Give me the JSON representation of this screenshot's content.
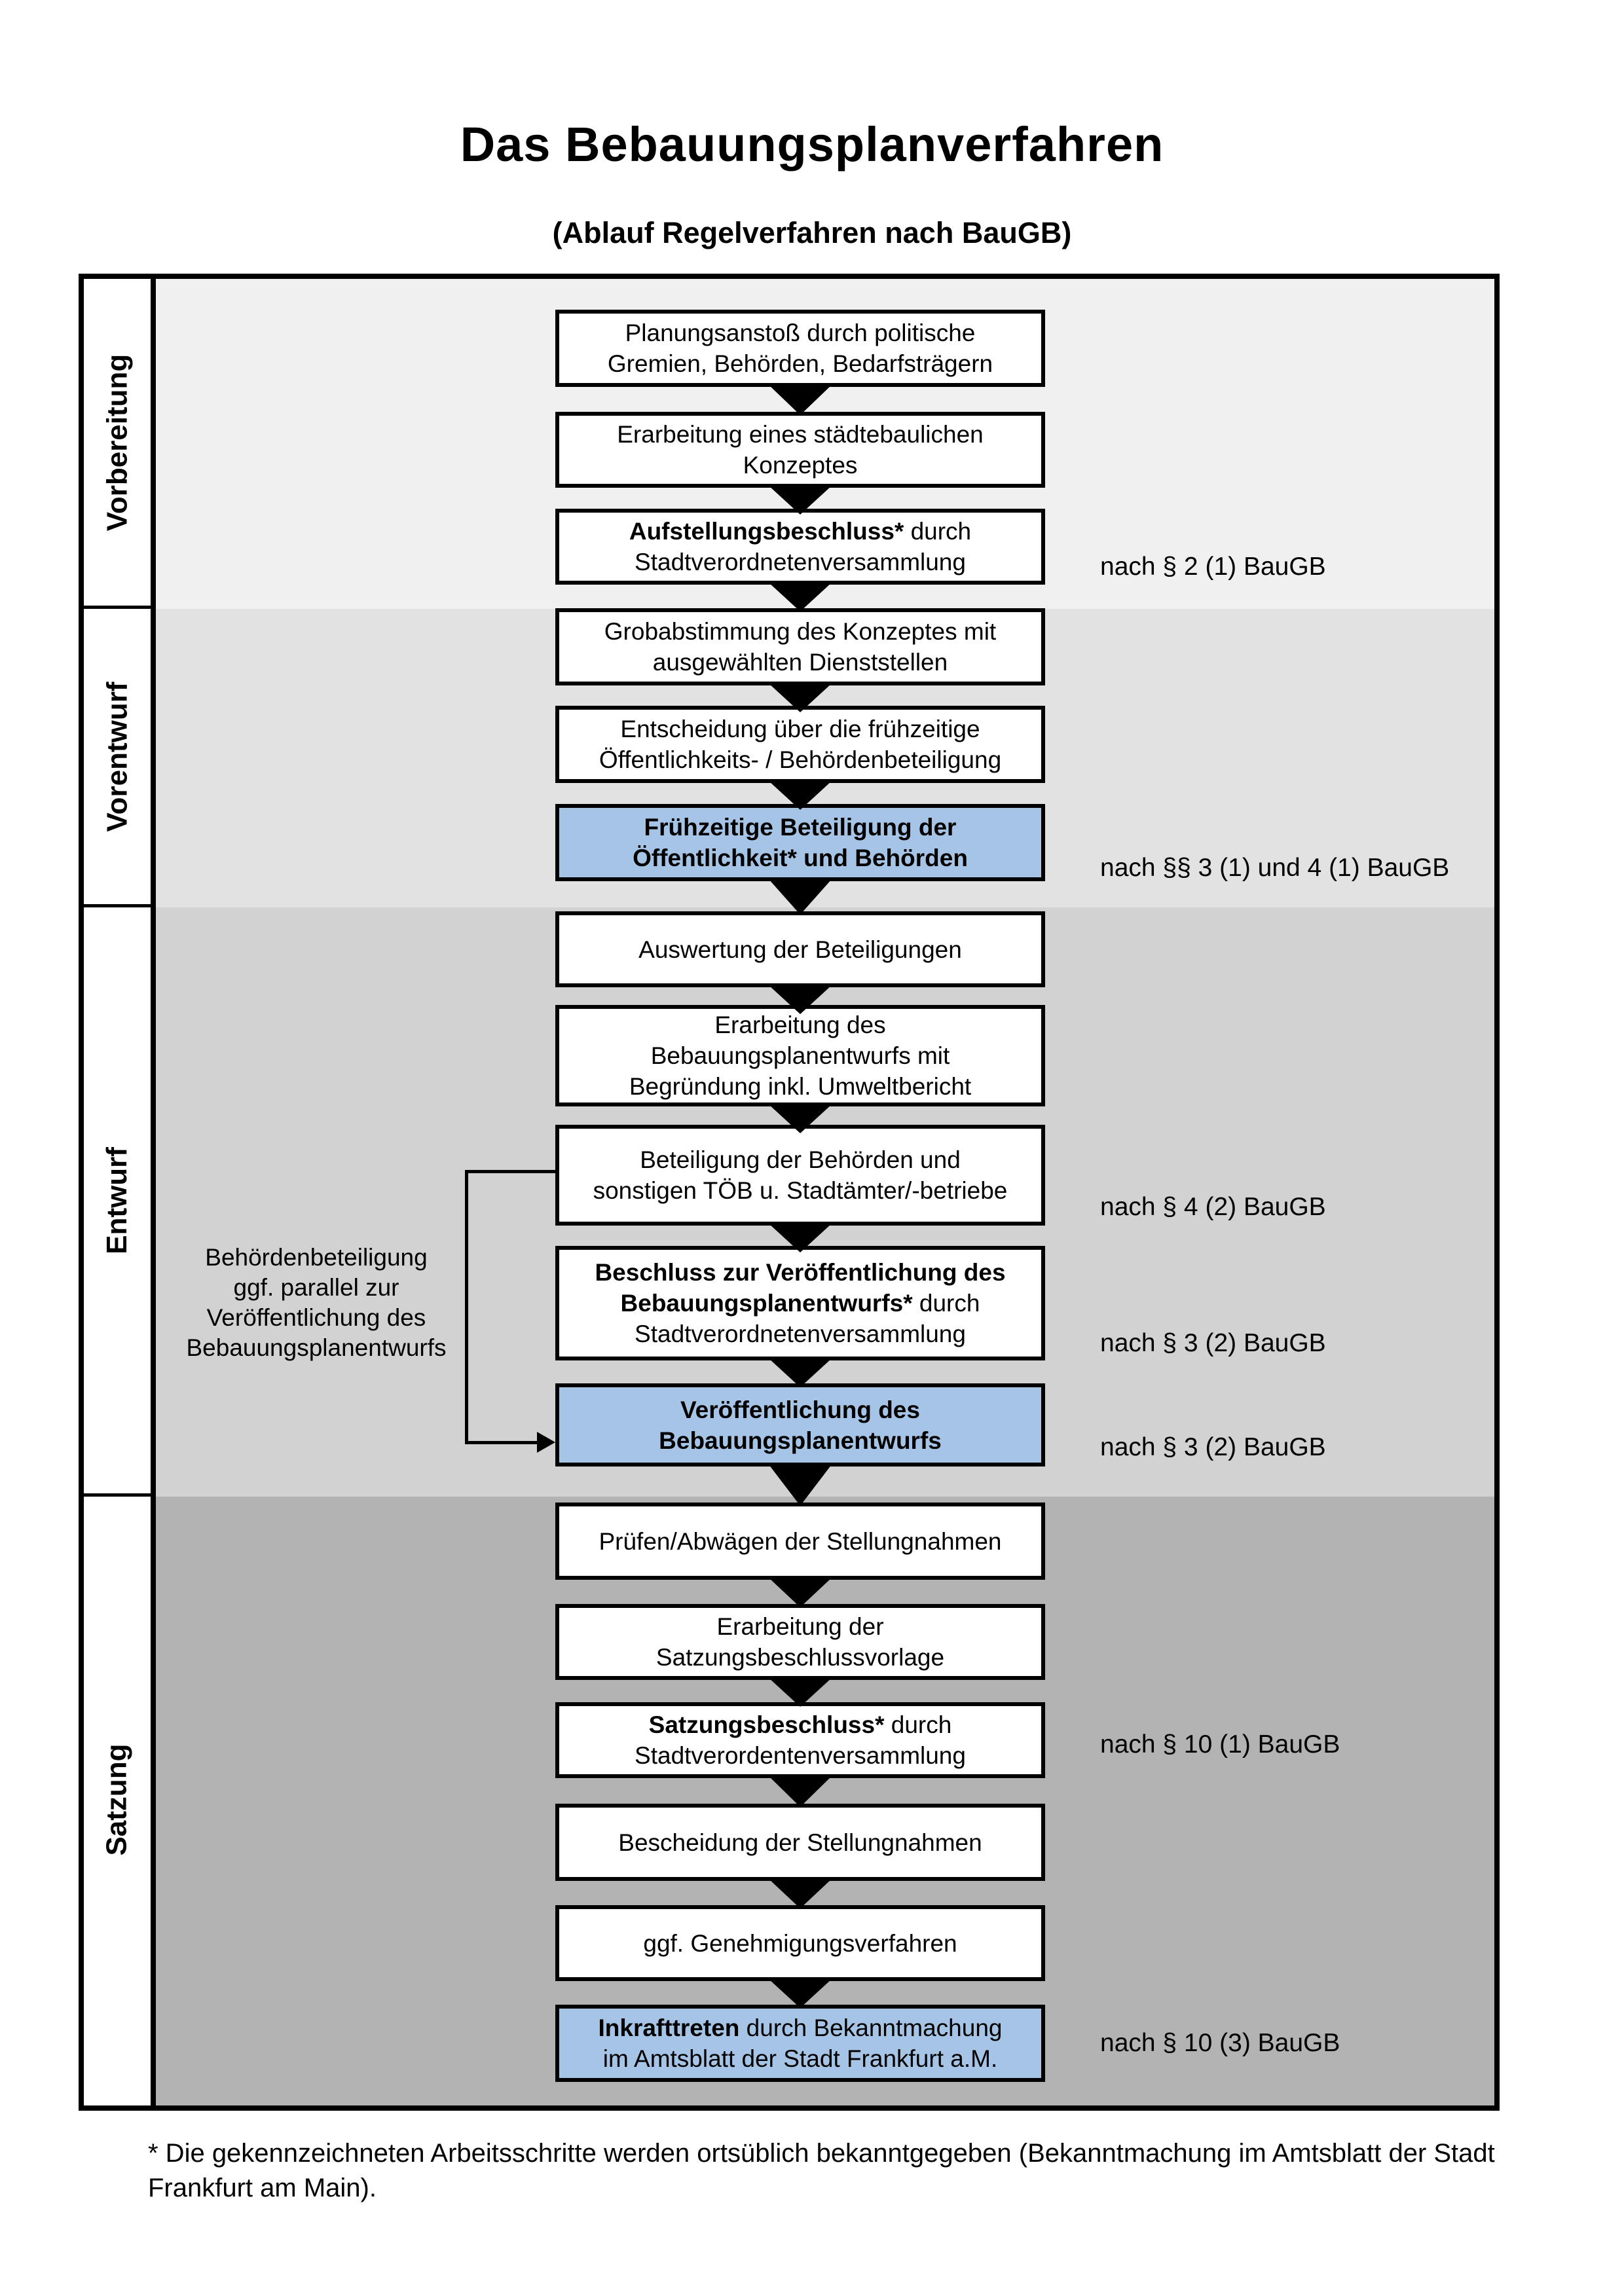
{
  "title": "Das Bebauungsplanverfahren",
  "subtitle": "(Ablauf Regelverfahren nach BauGB)",
  "phases": [
    {
      "label": "Vorbereitung"
    },
    {
      "label": "Vorentwurf"
    },
    {
      "label": "Entwurf"
    },
    {
      "label": "Satzung"
    }
  ],
  "steps": [
    {
      "phase": 0,
      "highlighted": false,
      "annotation": null,
      "segments": [
        {
          "text": "Planungsanstoß durch politische\nGremien, Behörden, Bedarfsträgern",
          "bold": false
        }
      ]
    },
    {
      "phase": 0,
      "highlighted": false,
      "annotation": null,
      "segments": [
        {
          "text": "Erarbeitung eines städtebaulichen\nKonzeptes",
          "bold": false
        }
      ]
    },
    {
      "phase": 0,
      "highlighted": false,
      "annotation": "nach § 2 (1) BauGB",
      "segments": [
        {
          "text": "Aufstellungsbeschluss*",
          "bold": true
        },
        {
          "text": " durch\nStadtverordnetenversammlung",
          "bold": false
        }
      ]
    },
    {
      "phase": 1,
      "highlighted": false,
      "annotation": null,
      "segments": [
        {
          "text": "Grobabstimmung des Konzeptes mit\nausgewählten Dienststellen",
          "bold": false
        }
      ]
    },
    {
      "phase": 1,
      "highlighted": false,
      "annotation": null,
      "segments": [
        {
          "text": "Entscheidung über die frühzeitige\nÖffentlichkeits- / Behördenbeteiligung",
          "bold": false
        }
      ]
    },
    {
      "phase": 1,
      "highlighted": true,
      "annotation": "nach §§ 3 (1) und 4 (1) BauGB",
      "segments": [
        {
          "text": "Frühzeitige Beteiligung der\nÖffentlichkeit* und Behörden",
          "bold": true
        }
      ]
    },
    {
      "phase": 2,
      "highlighted": false,
      "annotation": null,
      "segments": [
        {
          "text": "Auswertung der Beteiligungen",
          "bold": false
        }
      ]
    },
    {
      "phase": 2,
      "highlighted": false,
      "annotation": null,
      "segments": [
        {
          "text": "Erarbeitung des\nBebauungsplanentwurfs mit\nBegründung inkl. Umweltbericht",
          "bold": false
        }
      ]
    },
    {
      "phase": 2,
      "highlighted": false,
      "annotation": "nach § 4 (2) BauGB",
      "segments": [
        {
          "text": "Beteiligung der Behörden und\nsonstigen TÖB u. Stadtämter/-betriebe",
          "bold": false
        }
      ]
    },
    {
      "phase": 2,
      "highlighted": false,
      "annotation": "nach § 3 (2) BauGB",
      "segments": [
        {
          "text": "Beschluss zur Veröffentlichung des\nBebauungsplanentwurfs*",
          "bold": true
        },
        {
          "text": " durch\nStadtverordnetenversammlung",
          "bold": false
        }
      ]
    },
    {
      "phase": 2,
      "highlighted": true,
      "annotation": "nach § 3 (2) BauGB",
      "segments": [
        {
          "text": "Veröffentlichung des\nBebauungsplanentwurfs",
          "bold": true
        }
      ]
    },
    {
      "phase": 3,
      "highlighted": false,
      "annotation": null,
      "segments": [
        {
          "text": "Prüfen/Abwägen der Stellungnahmen",
          "bold": false
        }
      ]
    },
    {
      "phase": 3,
      "highlighted": false,
      "annotation": null,
      "segments": [
        {
          "text": "Erarbeitung der\nSatzungsbeschlussvorlage",
          "bold": false
        }
      ]
    },
    {
      "phase": 3,
      "highlighted": false,
      "annotation": "nach § 10 (1) BauGB",
      "segments": [
        {
          "text": "Satzungsbeschluss*",
          "bold": true
        },
        {
          "text": " durch\nStadtverordentenversammlung",
          "bold": false
        }
      ]
    },
    {
      "phase": 3,
      "highlighted": false,
      "annotation": null,
      "segments": [
        {
          "text": "Bescheidung der Stellungnahmen",
          "bold": false
        }
      ]
    },
    {
      "phase": 3,
      "highlighted": false,
      "annotation": null,
      "segments": [
        {
          "text": "ggf. Genehmigungsverfahren",
          "bold": false
        }
      ]
    },
    {
      "phase": 3,
      "highlighted": true,
      "annotation": "nach § 10 (3) BauGB",
      "segments": [
        {
          "text": "Inkrafttreten",
          "bold": true
        },
        {
          "text": " durch Bekanntmachung\nim Amtsblatt der Stadt Frankfurt a.M.",
          "bold": false
        }
      ]
    }
  ],
  "side_note": {
    "text": "Behördenbeteiligung\nggf. parallel zur\nVeröffentlichung des\nBebauungsplanentwurfs"
  },
  "footnote": "* Die gekennzeichneten Arbeitsschritte werden ortsüblich bekanntgegeben (Bekanntmachung im Amtsblatt  der Stadt\nFrankfurt am Main).",
  "colors": {
    "highlight_blue": "#a6c4e6",
    "section_vorbereitung": "#f0f0f0",
    "section_vorentwurf": "#e2e2e2",
    "section_entwurf": "#d2d2d2",
    "section_satzung": "#b3b3b3",
    "line_black": "#000000"
  }
}
